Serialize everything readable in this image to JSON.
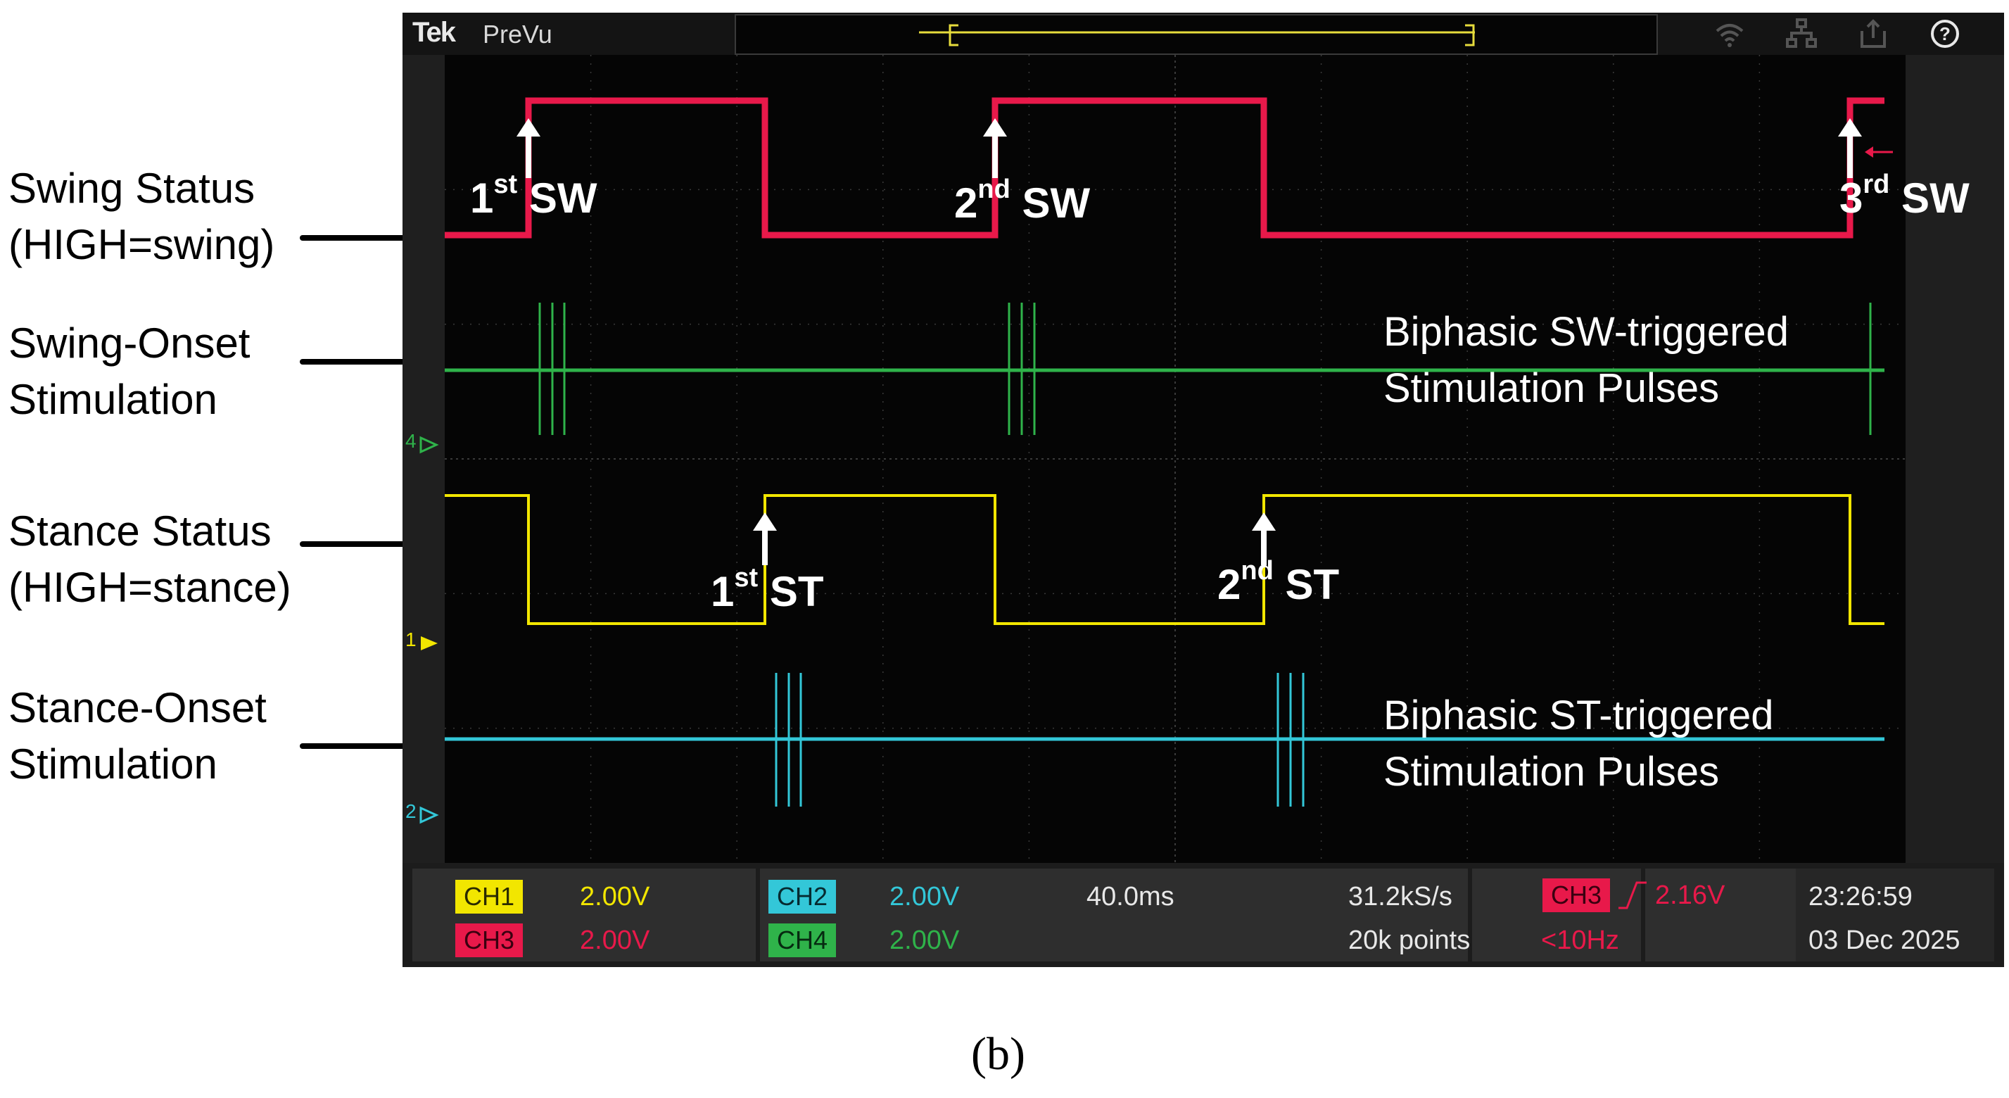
{
  "left_labels": {
    "swing_status": "Swing Status\n(HIGH=swing)",
    "swing_onset": "Swing-Onset\nStimulation",
    "stance_status": "Stance Status\n(HIGH=stance)",
    "stance_onset": "Stance-Onset\nStimulation"
  },
  "scope": {
    "brand": "Tek",
    "mode": "PreVu",
    "top_icons": [
      "wifi-icon",
      "network-icon",
      "export-icon",
      "help-icon"
    ],
    "channel_markers": [
      "4",
      "1",
      "2"
    ]
  },
  "annotations": {
    "sw1": {
      "num": "1",
      "sup": "st",
      "text": "SW"
    },
    "sw2": {
      "num": "2",
      "sup": "nd",
      "text": "SW"
    },
    "sw3": {
      "num": "3",
      "sup": "rd",
      "text": "SW"
    },
    "st1": {
      "num": "1",
      "sup": "st",
      "text": "ST"
    },
    "st2": {
      "num": "2",
      "sup": "nd",
      "text": "ST"
    },
    "sw_pulses": "Biphasic SW-triggered\nStimulation Pulses",
    "st_pulses": "Biphasic ST-triggered\nStimulation Pulses"
  },
  "channels": [
    {
      "id": "CH1",
      "scale": "2.00V",
      "color": "#f2e600"
    },
    {
      "id": "CH2",
      "scale": "2.00V",
      "color": "#33c7d8"
    },
    {
      "id": "CH3",
      "scale": "2.00V",
      "color": "#e8194a"
    },
    {
      "id": "CH4",
      "scale": "2.00V",
      "color": "#2fb34a"
    }
  ],
  "horizontal": {
    "timebase": "40.0ms",
    "sample_rate": "31.2kS/s",
    "record_length": "20k points"
  },
  "trigger": {
    "source": "CH3",
    "level": "2.16V",
    "frequency": "<10Hz"
  },
  "datetime": {
    "time": "23:26:59",
    "date": "03 Dec 2025"
  },
  "caption": "(b)"
}
